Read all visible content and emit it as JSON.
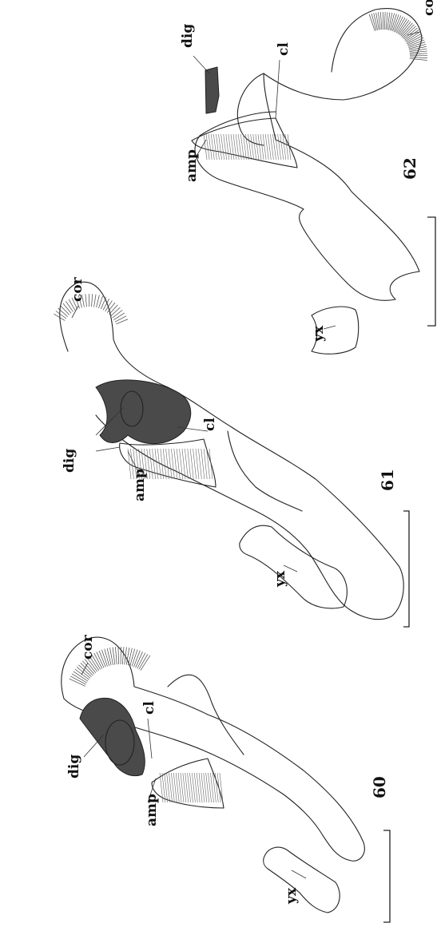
{
  "figures": [
    {
      "id": "60",
      "number": "60",
      "labels": {
        "cor": "cor",
        "cl": "cl",
        "dig": "dig",
        "amp": "amp",
        "yx": "yx"
      }
    },
    {
      "id": "61",
      "number": "61",
      "labels": {
        "cor": "cor",
        "cl": "cl",
        "dig": "dig",
        "amp": "amp",
        "yx": "yx"
      }
    },
    {
      "id": "62",
      "number": "62",
      "labels": {
        "cor": "cor",
        "cl": "cl",
        "dig": "dig",
        "amp": "amp",
        "yx": "yx"
      }
    }
  ],
  "colors": {
    "ink": "#222222",
    "digitus_fill": "#4a4a4a",
    "background": "#ffffff"
  }
}
